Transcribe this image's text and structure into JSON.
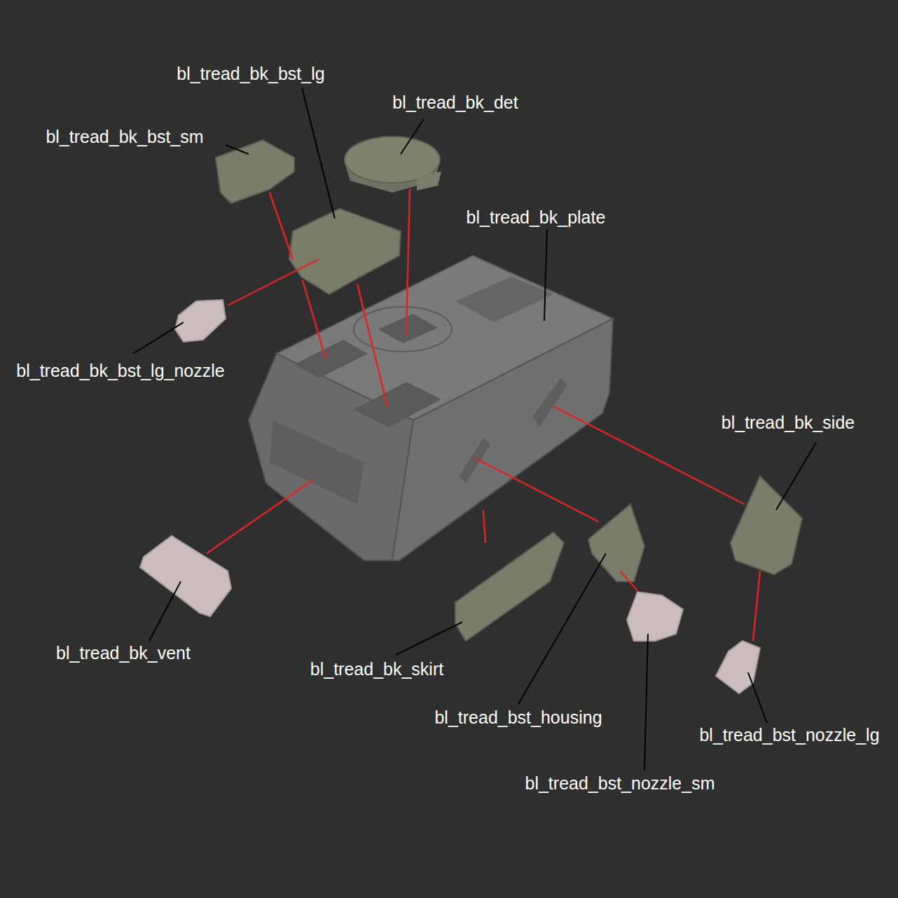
{
  "diagram": {
    "labels": [
      "bl_tread_bk_bst_lg",
      "bl_tread_bk_det",
      "bl_tread_bk_bst_sm",
      "bl_tread_bk_plate",
      "bl_tread_bk_bst_lg_nozzle",
      "bl_tread_bk_side",
      "bl_tread_bk_vent",
      "bl_tread_bk_skirt",
      "bl_tread_bst_housing",
      "bl_tread_bst_nozzle_lg",
      "bl_tread_bst_nozzle_sm"
    ]
  }
}
